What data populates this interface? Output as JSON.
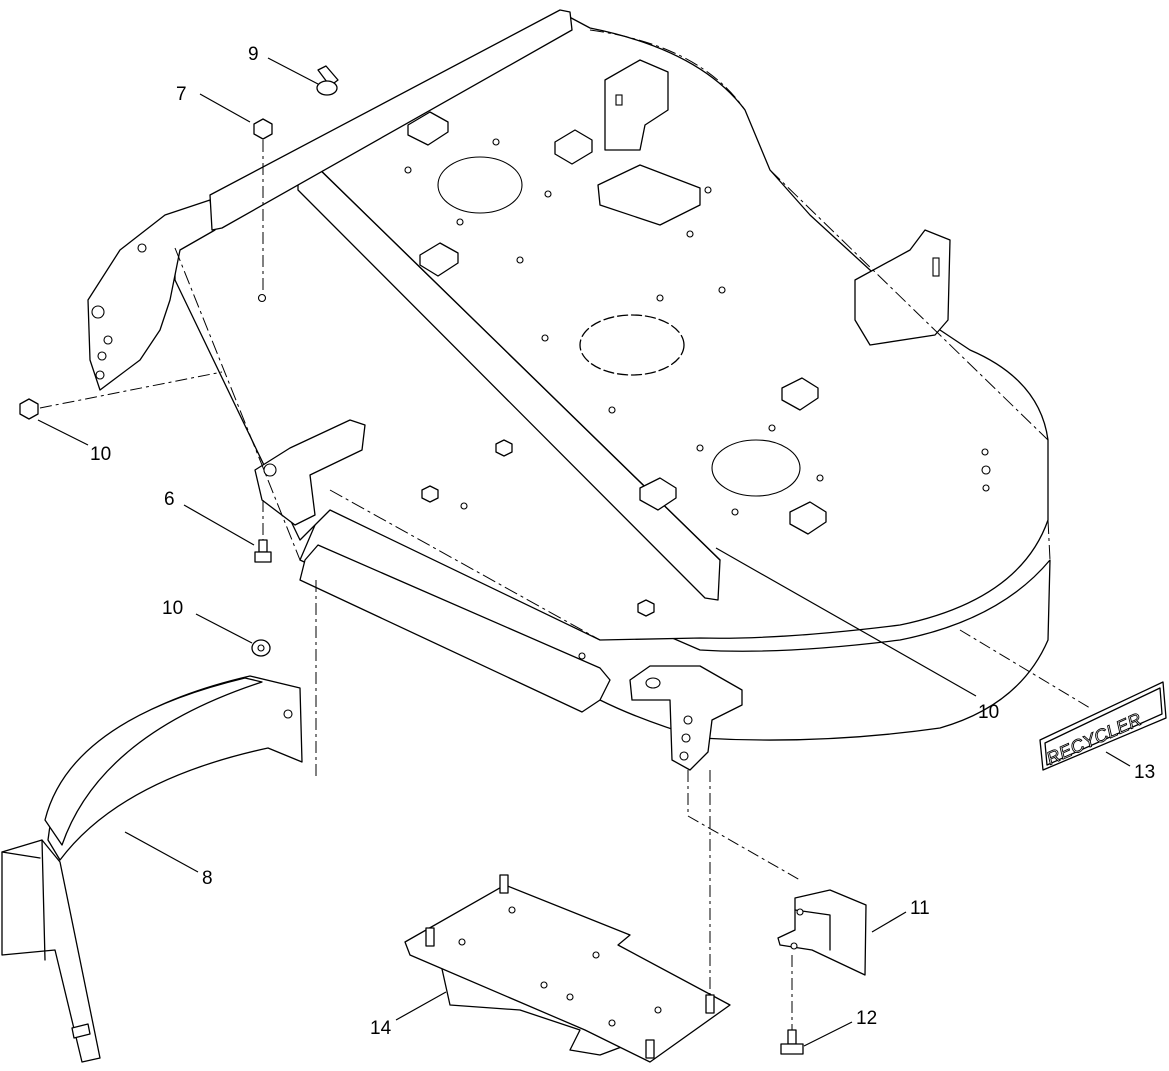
{
  "diagram": {
    "type": "exploded parts diagram",
    "callouts": [
      {
        "id": "callout-6",
        "label": "6"
      },
      {
        "id": "callout-7",
        "label": "7"
      },
      {
        "id": "callout-8",
        "label": "8"
      },
      {
        "id": "callout-9",
        "label": "9"
      },
      {
        "id": "callout-10a",
        "label": "10"
      },
      {
        "id": "callout-10b",
        "label": "10"
      },
      {
        "id": "callout-10c",
        "label": "10"
      },
      {
        "id": "callout-11",
        "label": "11"
      },
      {
        "id": "callout-12",
        "label": "12"
      },
      {
        "id": "callout-13",
        "label": "13"
      },
      {
        "id": "callout-14",
        "label": "14"
      }
    ],
    "decal_text": "RECYCLER"
  }
}
